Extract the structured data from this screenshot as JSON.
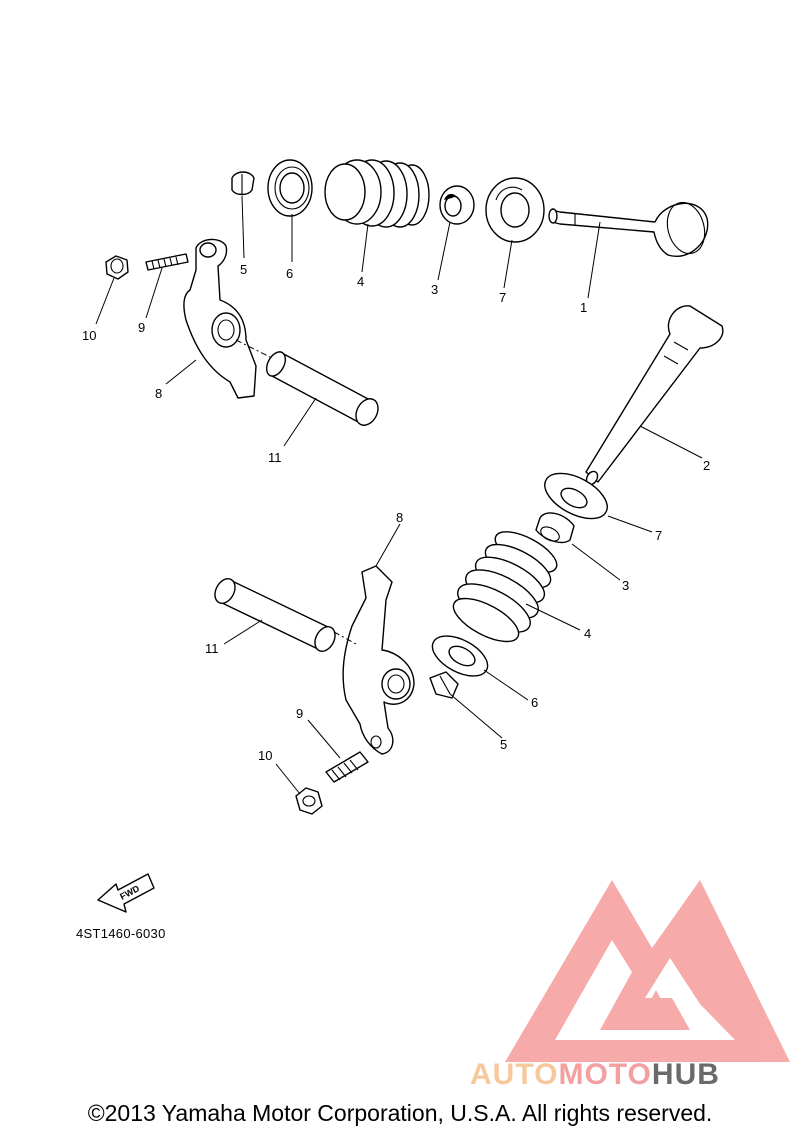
{
  "diagram": {
    "part_code": "4ST1460-6030",
    "fwd_label": "FWD",
    "copyright": "©2013 Yamaha Motor Corporation, U.S.A. All rights reserved.",
    "watermark": {
      "part1": "AUTO",
      "part2": "MOTO",
      "part3": "HUB",
      "colors": {
        "auto": "#f7c89c",
        "moto": "#f4a0a0",
        "hub": "#6a6a6a",
        "logo": "#f7a6a6"
      }
    },
    "callouts": {
      "upper": {
        "c1": "1",
        "c3": "3",
        "c4": "4",
        "c5": "5",
        "c6": "6",
        "c7": "7",
        "c8": "8",
        "c9": "9",
        "c10": "10",
        "c11": "11"
      },
      "lower": {
        "c2": "2",
        "c3": "3",
        "c4": "4",
        "c5": "5",
        "c6": "6",
        "c7": "7",
        "c8": "8",
        "c9": "9",
        "c10": "10",
        "c11": "11"
      }
    }
  }
}
